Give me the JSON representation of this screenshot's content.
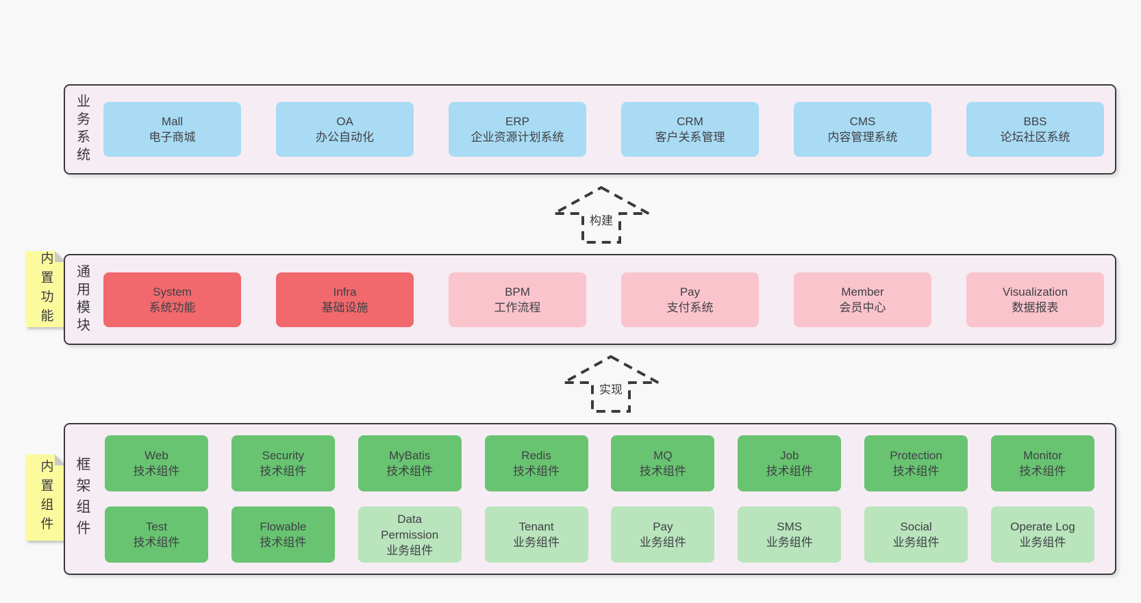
{
  "page": {
    "background": "#f8f8f8"
  },
  "palette": {
    "panel_background": "#f6ecf4",
    "panel_border": "#3a3a3a",
    "business_blue": "#a9dbf4",
    "core_red": "#f1696c",
    "module_pink": "#fac4cd",
    "tech_green": "#68c471",
    "biz_green": "#b9e4bc",
    "note_yellow": "#fbfb9e",
    "note_fold_gray": "#c9c9c9",
    "text": "#3f4045"
  },
  "arrows": {
    "build": "构建",
    "implement": "实现"
  },
  "business": {
    "label": "业务系统",
    "boxes": [
      {
        "name": "Mall",
        "desc": "电子商城"
      },
      {
        "name": "OA",
        "desc": "办公自动化"
      },
      {
        "name": "ERP",
        "desc": "企业资源计划系统"
      },
      {
        "name": "CRM",
        "desc": "客户关系管理"
      },
      {
        "name": "CMS",
        "desc": "内容管理系统"
      },
      {
        "name": "BBS",
        "desc": "论坛社区系统"
      }
    ]
  },
  "modules": {
    "label": "通用模块",
    "note": "内置功能",
    "boxes": [
      {
        "name": "System",
        "desc": "系统功能"
      },
      {
        "name": "Infra",
        "desc": "基础设施"
      },
      {
        "name": "BPM",
        "desc": "工作流程"
      },
      {
        "name": "Pay",
        "desc": "支付系统"
      },
      {
        "name": "Member",
        "desc": "会员中心"
      },
      {
        "name": "Visualization",
        "desc": "数据报表"
      }
    ]
  },
  "components": {
    "label": "框架组件",
    "note": "内置组件",
    "rows": [
      [
        {
          "name": "Web",
          "desc": "技术组件"
        },
        {
          "name": "Security",
          "desc": "技术组件"
        },
        {
          "name": "MyBatis",
          "desc": "技术组件"
        },
        {
          "name": "Redis",
          "desc": "技术组件"
        },
        {
          "name": "MQ",
          "desc": "技术组件"
        },
        {
          "name": "Job",
          "desc": "技术组件"
        },
        {
          "name": "Protection",
          "desc": "技术组件"
        },
        {
          "name": "Monitor",
          "desc": "技术组件"
        }
      ],
      [
        {
          "name": "Test",
          "desc": "技术组件"
        },
        {
          "name": "Flowable",
          "desc": "技术组件"
        },
        {
          "name": "Data\nPermission",
          "desc": "业务组件"
        },
        {
          "name": "Tenant",
          "desc": "业务组件"
        },
        {
          "name": "Pay",
          "desc": "业务组件"
        },
        {
          "name": "SMS",
          "desc": "业务组件"
        },
        {
          "name": "Social",
          "desc": "业务组件"
        },
        {
          "name": "Operate Log",
          "desc": "业务组件"
        }
      ]
    ]
  }
}
